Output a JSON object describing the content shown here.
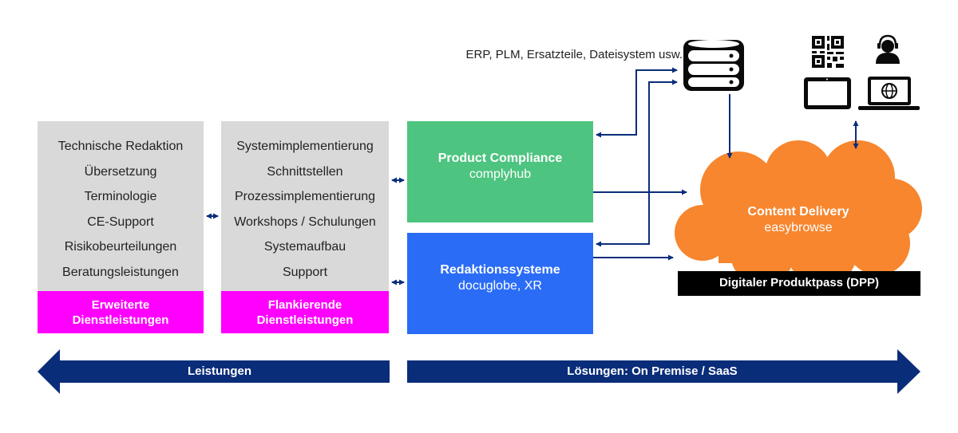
{
  "sources_label": "ERP, PLM, Ersatzteile, Dateisystem usw.",
  "services_left": {
    "items": [
      "Technische Redaktion",
      "Übersetzung",
      "Terminologie",
      "CE-Support",
      "Risikobeurteilungen",
      "Beratungsleistungen"
    ],
    "footer_line1": "Erweiterte",
    "footer_line2": "Dienstleistungen"
  },
  "services_right": {
    "items": [
      "Systemimplementierung",
      "Schnittstellen",
      "Prozessimplementierung",
      "Workshops / Schulungen",
      "Systemaufbau",
      "Support"
    ],
    "footer_line1": "Flankierende",
    "footer_line2": "Dienstleistungen"
  },
  "product_compliance": {
    "title": "Product Compliance",
    "subtitle": "complyhub"
  },
  "editorial_systems": {
    "title": "Redaktionssysteme",
    "subtitle": "docuglobe, XR"
  },
  "content_delivery": {
    "title": "Content Delivery",
    "subtitle": "easybrowse"
  },
  "dpp_label": "Digitaler Produktpass (DPP)",
  "bottom_left_label": "Leistungen",
  "bottom_right_label": "Lösungen: On Premise / SaaS",
  "icons": [
    "database-icon",
    "qr-code-icon",
    "support-agent-icon",
    "tablet-icon",
    "laptop-globe-icon"
  ],
  "colors": {
    "grey_box": "#d9d9d9",
    "magenta": "#ff00ff",
    "green": "#4dc47f",
    "blue": "#2a6cf6",
    "orange": "#f7862e",
    "navy": "#0a2d7a",
    "black": "#000000"
  }
}
